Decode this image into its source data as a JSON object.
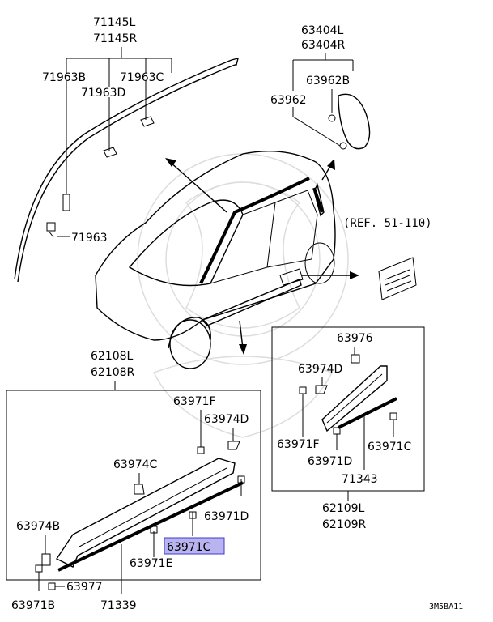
{
  "labels": {
    "l71145L": "71145L",
    "l71145R": "71145R",
    "l71963B": "71963B",
    "l71963C": "71963C",
    "l71963D": "71963D",
    "l71963": "71963",
    "l63404L": "63404L",
    "l63404R": "63404R",
    "l63962B": "63962B",
    "l63962": "63962",
    "lRef": "(REF. 51-110)",
    "l62108L": "62108L",
    "l62108R": "62108R",
    "l63971F_left": "63971F",
    "l63974D_left": "63974D",
    "l63974C": "63974C",
    "l63971D_left": "63971D",
    "l63974B": "63974B",
    "l63971C_left": "63971C",
    "l63971E": "63971E",
    "l63977": "63977",
    "l63971B": "63971B",
    "l71339": "71339",
    "l63976": "63976",
    "l63974D_right": "63974D",
    "l63971F_right": "63971F",
    "l63971C_right": "63971C",
    "l63971D_right": "63971D",
    "l71343": "71343",
    "l62109L": "62109L",
    "l62109R": "62109R",
    "diagramCode": "3M5BA11"
  },
  "highlightColor": "#b9b4ef"
}
